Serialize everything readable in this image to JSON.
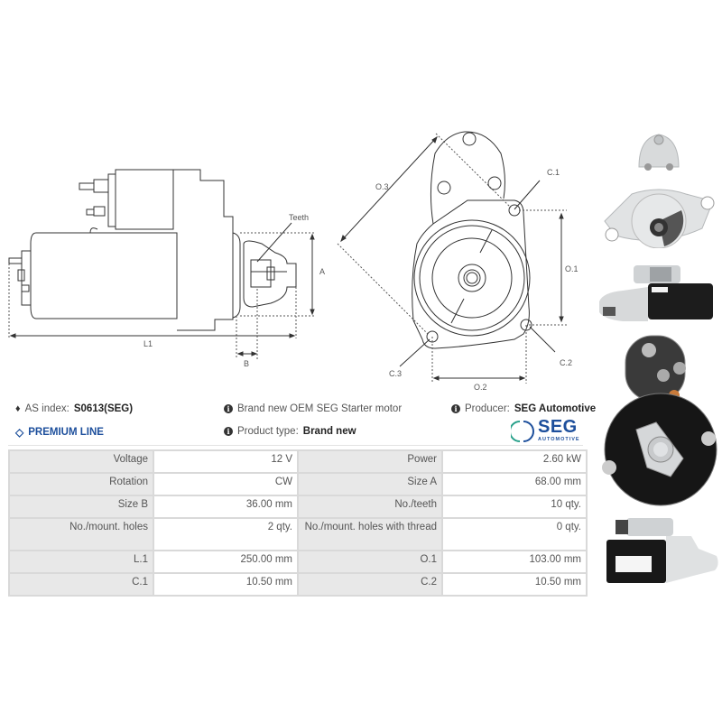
{
  "diagrams": {
    "side_view": {
      "labels": {
        "teeth": "Teeth",
        "a": "A",
        "b": "B",
        "l1": "L1"
      }
    },
    "front_view": {
      "labels": {
        "o3": "O.3",
        "c1": "C.1",
        "o1": "O.1",
        "c2": "C.2",
        "c3": "C.3",
        "o2": "O.2"
      }
    }
  },
  "photos": [
    {
      "name": "front-view-photo"
    },
    {
      "name": "side-view-photo"
    },
    {
      "name": "rear-view-photo"
    },
    {
      "name": "side-view-photo-2"
    }
  ],
  "info": {
    "as_index_label": "AS index:",
    "as_index_value": "S0613(SEG)",
    "premium_line": "PREMIUM LINE",
    "description": "Brand new OEM SEG Starter motor",
    "product_type_label": "Product type:",
    "product_type_value": "Brand new",
    "producer_label": "Producer:",
    "producer_value": "SEG Automotive",
    "logo_main": "SEG",
    "logo_sub": "AUTOMOTIVE",
    "colors": {
      "premium": "#1d4f9c",
      "logo_blue": "#1d4f9c",
      "logo_green": "#27a08a"
    }
  },
  "specs": [
    {
      "label_left": "Voltage",
      "value_left": "12 V",
      "label_right": "Power",
      "value_right": "2.60 kW"
    },
    {
      "label_left": "Rotation",
      "value_left": "CW",
      "label_right": "Size A",
      "value_right": "68.00 mm"
    },
    {
      "label_left": "Size B",
      "value_left": "36.00 mm",
      "label_right": "No./teeth",
      "value_right": "10 qty."
    },
    {
      "label_left": "No./mount. holes",
      "value_left": "2 qty.",
      "label_right": "No./mount. holes with thread",
      "value_right": "0 qty."
    },
    {
      "label_left": "L.1",
      "value_left": "250.00 mm",
      "label_right": "O.1",
      "value_right": "103.00 mm"
    },
    {
      "label_left": "C.1",
      "value_left": "10.50 mm",
      "label_right": "C.2",
      "value_right": "10.50 mm"
    }
  ]
}
